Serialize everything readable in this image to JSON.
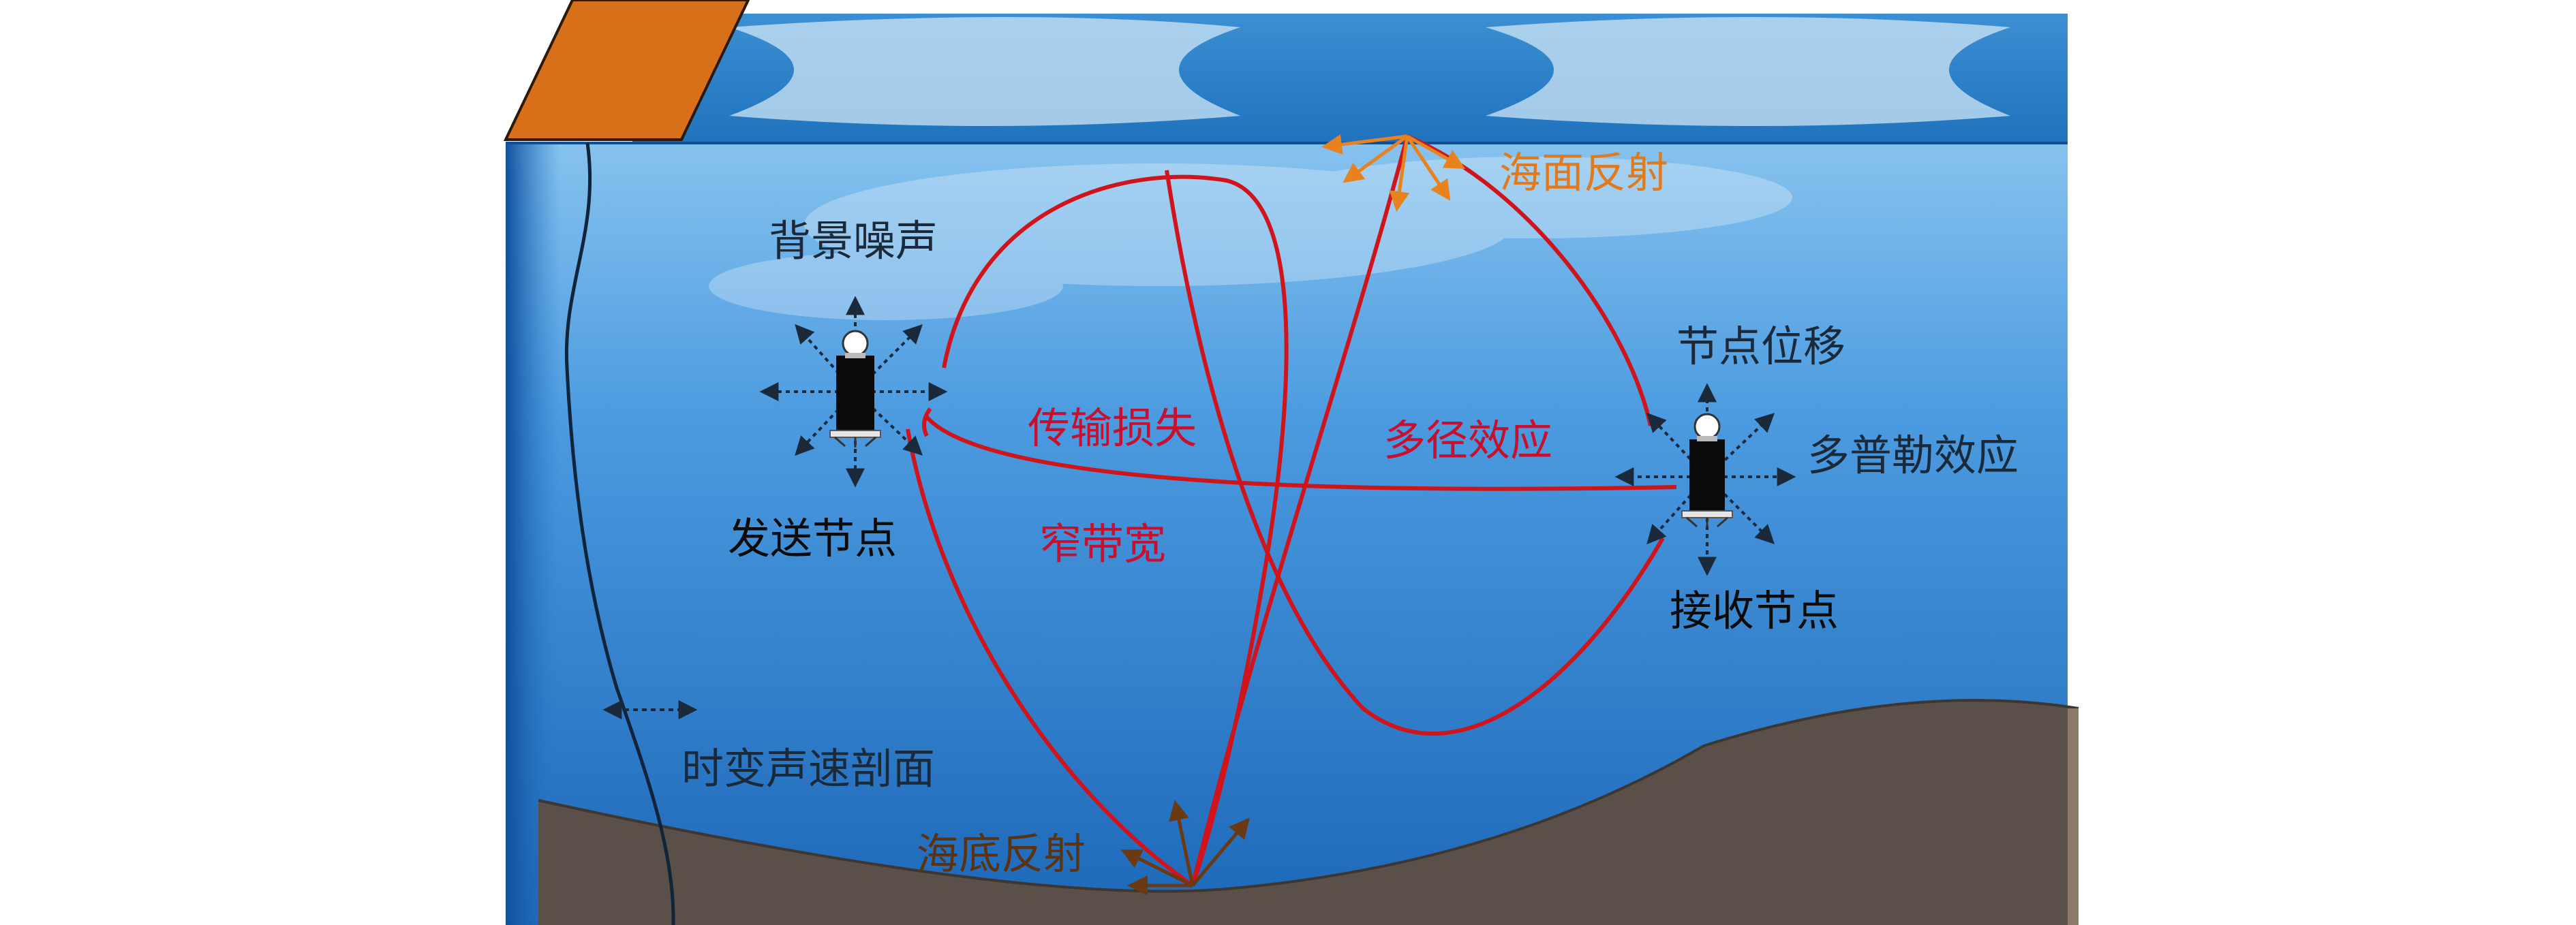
{
  "labels": {
    "background_noise": "背景噪声",
    "sender_node": "发送节点",
    "receiver_node": "接收节点",
    "node_displacement": "节点位移",
    "doppler_effect": "多普勒效应",
    "transmission_loss": "传输损失",
    "narrow_bandwidth": "窄带宽",
    "multipath_effect": "多径效应",
    "surface_reflection": "海面反射",
    "seabed_reflection": "海底反射",
    "time_varying_ssp": "时变声速剖面"
  },
  "colors": {
    "water_top": "#79b8e8",
    "water_bottom": "#1e6fc0",
    "surface": "#2f83c9",
    "seabed": "#5a5049",
    "acoustic_path": "#d0141c",
    "surface_reflection": "#e8821e",
    "seabed_reflection": "#6b3a12",
    "ship": "#d8701a",
    "label_red": "#c8102e",
    "label_orange": "#e07a1f",
    "label_brown": "#5c3310",
    "label_dark": "#1b2a3a"
  },
  "icons": {
    "sender": "buoy-node-icon",
    "receiver": "buoy-node-icon",
    "ship": "ship-platform-icon"
  }
}
